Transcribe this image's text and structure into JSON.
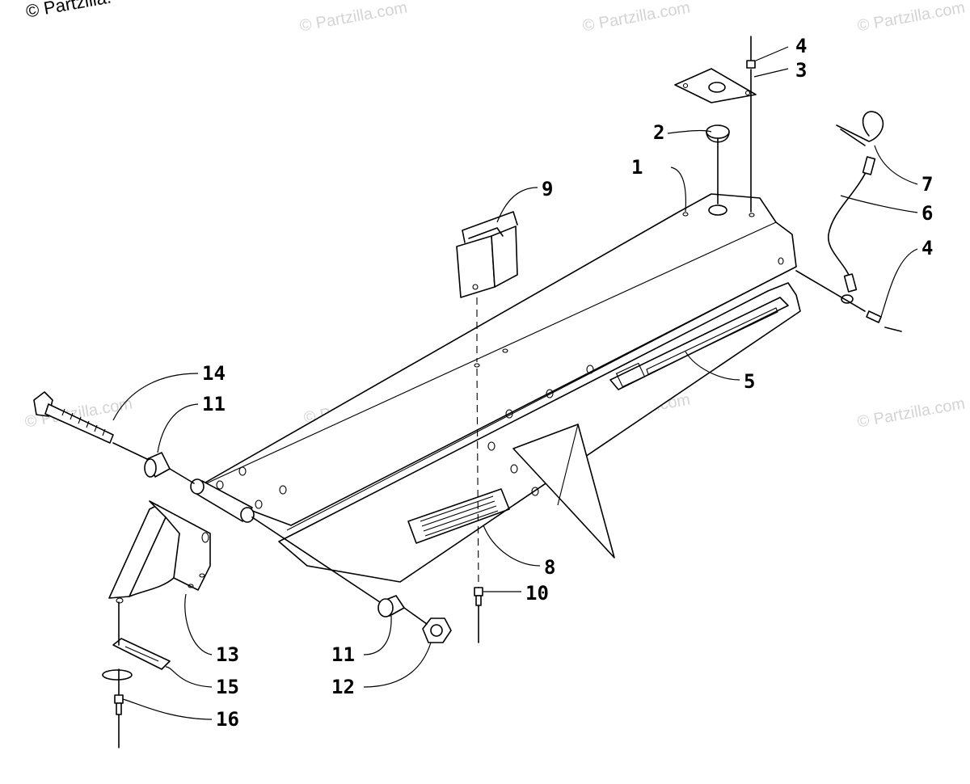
{
  "copyright": "© Partzilla.",
  "watermark_text": "© Partzilla.com",
  "callouts": {
    "c1": "1",
    "c2": "2",
    "c3": "3",
    "c4a": "4",
    "c4b": "4",
    "c5": "5",
    "c6": "6",
    "c7": "7",
    "c8": "8",
    "c9": "9",
    "c10": "10",
    "c11a": "11",
    "c11b": "11",
    "c12": "12",
    "c13": "13",
    "c14": "14",
    "c15": "15",
    "c16": "16"
  }
}
